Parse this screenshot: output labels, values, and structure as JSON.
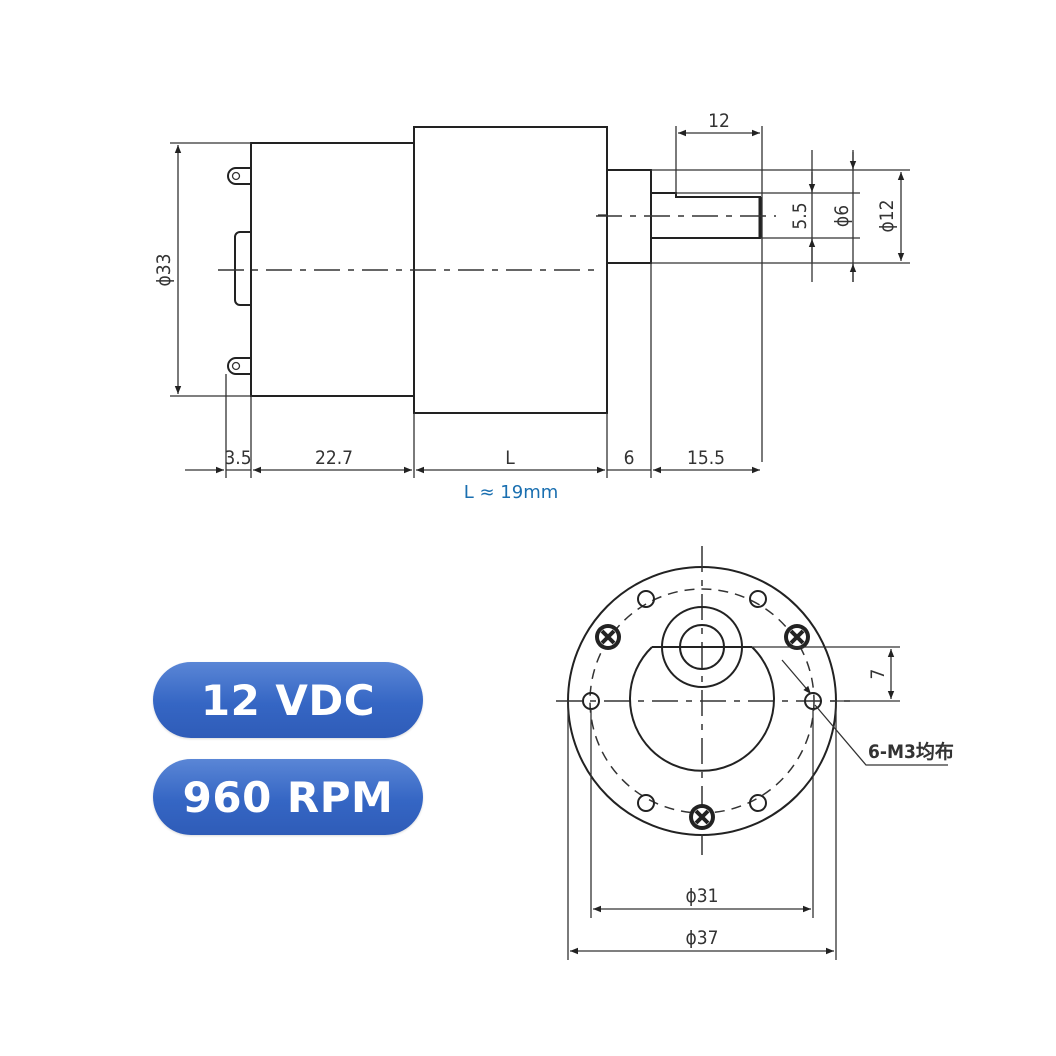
{
  "side_view": {
    "dimensions": {
      "body_diameter": "ϕ33",
      "shaft_flat": "5.5",
      "shaft_diameter": "ϕ6",
      "boss_diameter": "ϕ12",
      "shaft_flat_length": "12",
      "terminal_offset": "3.5",
      "motor_length": "22.7",
      "gearbox_length": "L",
      "boss_length": "6",
      "shaft_length": "15.5"
    },
    "note": "L ≈ 19mm"
  },
  "front_view": {
    "dimensions": {
      "hole_circle": "ϕ31",
      "gearbox_diameter": "ϕ37",
      "shaft_offset": "7"
    },
    "callout": "6-M3均布"
  },
  "specs": {
    "voltage": "12 VDC",
    "speed": "960 RPM",
    "badge_color": "#3566c4"
  }
}
